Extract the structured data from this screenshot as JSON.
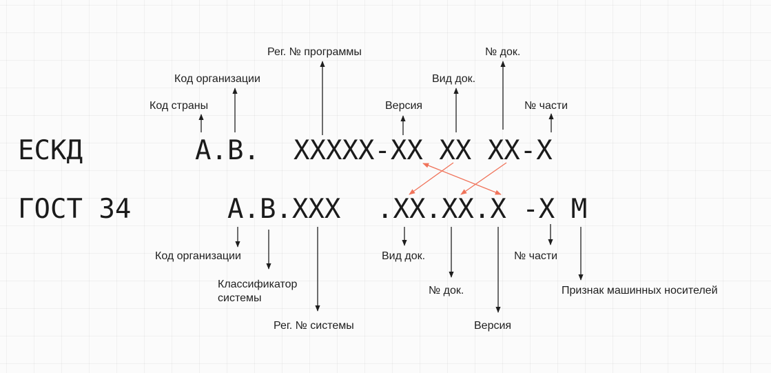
{
  "rows": {
    "eskd": {
      "standard": "ЕСКД",
      "country_org": "А.В.",
      "code": "XXXXX-XX XX XX-X"
    },
    "gost34": {
      "standard": "ГОСТ 34",
      "org_code": "А.В.XXX",
      "code": ".XX.XX.X -X М"
    }
  },
  "eskd_labels": {
    "country_code": "Код страны",
    "org_code": "Код организации",
    "program_reg_no": "Рег. № программы",
    "version": "Версия",
    "doc_type": "Вид док.",
    "doc_no": "№ док.",
    "part_no": "№ части"
  },
  "gost_labels": {
    "org_code": "Код организации",
    "system_classifier_line1": "Классификатор",
    "system_classifier_line2": "системы",
    "system_reg_no": "Рег. № системы",
    "doc_type": "Вид док.",
    "doc_no": "№ док.",
    "version": "Версия",
    "part_no": "№ части",
    "machine_media": "Признак машинных носителей"
  },
  "colors": {
    "background": "#fbfbfb",
    "text": "#1b1b1b",
    "mapping_arrow": "#f0735a"
  }
}
